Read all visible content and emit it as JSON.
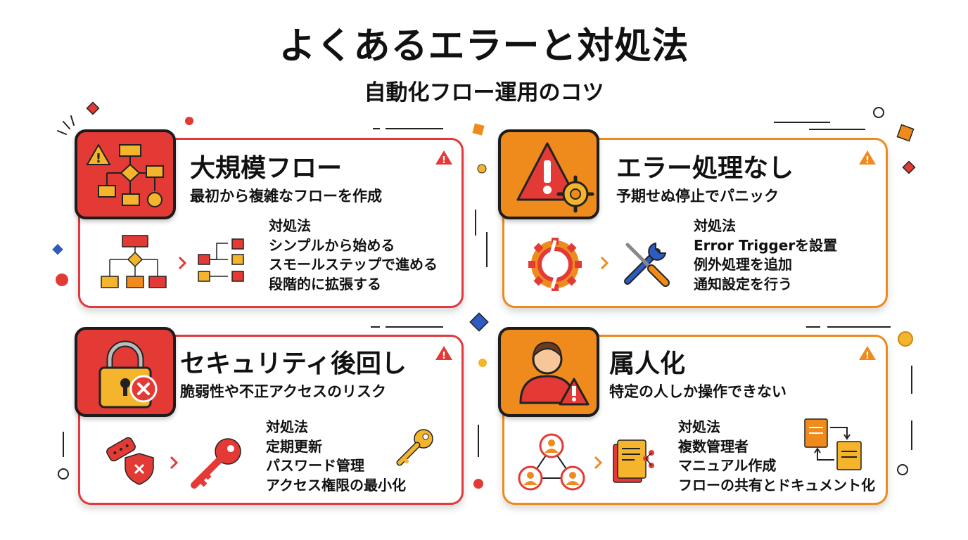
{
  "title": "よくあるエラーと対処法",
  "subtitle": "自動化フロー運用のコツ",
  "colors": {
    "red": "#e33a36",
    "orange": "#ef8b1c",
    "blue": "#2d5bbf",
    "yellow": "#f4b42b"
  },
  "cards": [
    {
      "title": "大規模フロー",
      "description": "最初から複雑なフローを作成",
      "solution_heading": "対処法",
      "solutions": [
        "シンプルから始める",
        "スモールステップで進める",
        "段階的に拡張する"
      ],
      "icon": "flowchart-warning-icon"
    },
    {
      "title": "エラー処理なし",
      "description": "予期せぬ停止でパニック",
      "solution_heading": "対処法",
      "solutions": [
        "Error Triggerを設置",
        "例外処理を追加",
        "通知設定を行う"
      ],
      "icon": "warning-gear-icon"
    },
    {
      "title": "セキュリティ後回し",
      "description": "脆弱性や不正アクセスのリスク",
      "solution_heading": "対処法",
      "solutions": [
        "定期更新",
        "パスワード管理",
        "アクセス権限の最小化"
      ],
      "icon": "padlock-denied-icon"
    },
    {
      "title": "属人化",
      "description": "特定の人しか操作できない",
      "solution_heading": "対処法",
      "solutions": [
        "複数管理者",
        "マニュアル作成",
        "フローの共有とドキュメント化"
      ],
      "icon": "person-warning-icon"
    }
  ]
}
